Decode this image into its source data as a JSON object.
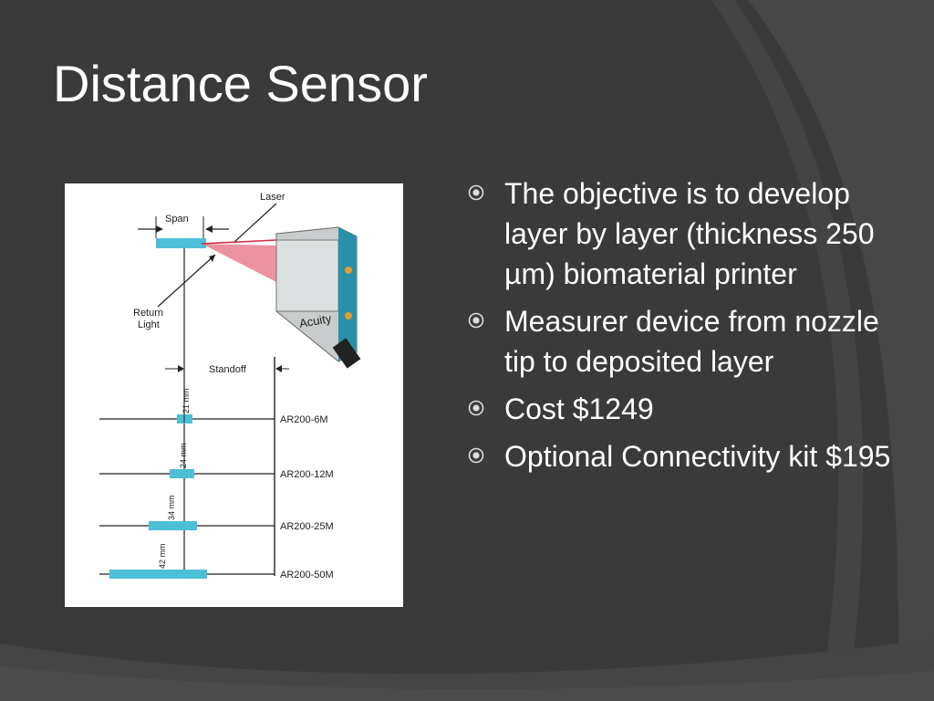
{
  "slide": {
    "title": "Distance Sensor"
  },
  "bullets": [
    "The objective is to develop layer by layer (thickness 250 µm) biomaterial printer",
    "Measurer device from nozzle tip to deposited layer",
    "Cost $1249",
    "Optional Connectivity kit $195"
  ],
  "figure": {
    "laser_label": "Laser",
    "span_label": "Span",
    "return_light_label_line1": "Return",
    "return_light_label_line2": "Light",
    "standoff_label": "Standoff",
    "brand_label": "Acuity",
    "models": [
      {
        "model": "AR200-6M",
        "span": "21 mm"
      },
      {
        "model": "AR200-12M",
        "span": "24 mm"
      },
      {
        "model": "AR200-25M",
        "span": "34 mm"
      },
      {
        "model": "AR200-50M",
        "span": "42 mm"
      }
    ]
  },
  "colors": {
    "background": "#3a3a3a",
    "swoosh": "#505050",
    "text": "#ffffff",
    "span_bar": "#4dbfd6",
    "laser_beam": "#e8808f",
    "sensor_body": "#2a8fa8"
  },
  "icons": {
    "bullet": "circled-dot-icon"
  }
}
